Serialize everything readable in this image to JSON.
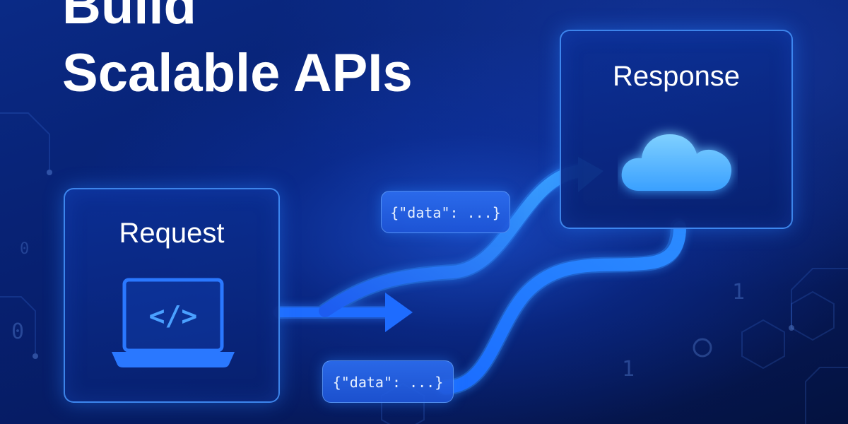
{
  "headline": {
    "line1": "Build",
    "line2": "Scalable APIs"
  },
  "request_card": {
    "label": "Request",
    "icon": "laptop-code-icon",
    "icon_glyph": "</>"
  },
  "response_card": {
    "label": "Response",
    "icon": "cloud-icon"
  },
  "payloads": [
    {
      "text": "{\"data\": ...}"
    },
    {
      "text": "{\"data\": ...}"
    }
  ],
  "background_digits": [
    "0",
    "0",
    "1",
    "1"
  ],
  "colors": {
    "background": "#072070",
    "accent": "#1e7bff",
    "card_border": "#4696ff",
    "text": "#ffffff"
  }
}
